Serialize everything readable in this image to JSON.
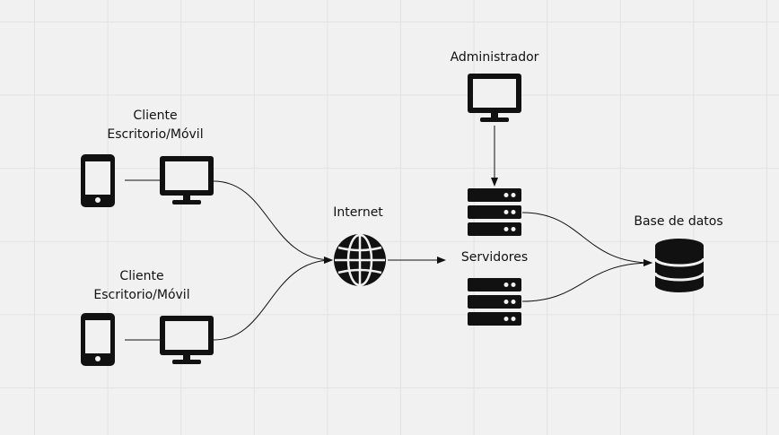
{
  "labels": {
    "client_top": [
      "Cliente",
      "Escritorio/Móvil"
    ],
    "client_bottom": [
      "Cliente",
      "Escritorio/Móvil"
    ],
    "internet": "Internet",
    "admin": "Administrador",
    "servers": "Servidores",
    "database": "Base de datos"
  },
  "colors": {
    "icon": "#111111",
    "line": "#111111",
    "background": "#f1f1f1"
  },
  "icons": [
    "mobile-icon",
    "monitor-icon",
    "globe-icon",
    "server-icon",
    "database-icon"
  ]
}
